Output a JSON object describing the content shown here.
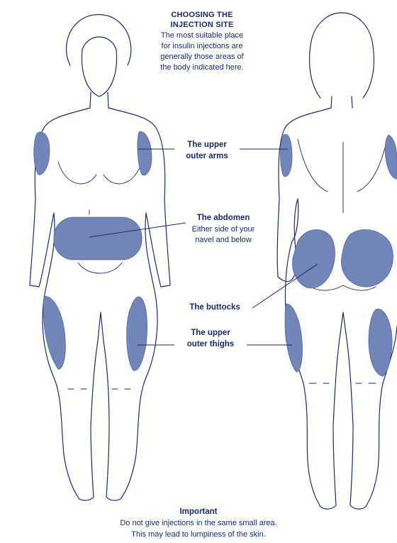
{
  "header": {
    "title_line1": "CHOOSING THE",
    "title_line2": "INJECTION SITE",
    "intro": [
      "The most suitable place",
      "for insulin injections are",
      "generally those areas of",
      "the body indicated here."
    ]
  },
  "labels": {
    "arms": [
      "The upper",
      "outer arms"
    ],
    "abdomen_title": "The abdomen",
    "abdomen_note": [
      "Either side of your",
      "navel and below"
    ],
    "buttocks": "The buttocks",
    "thighs": [
      "The upper",
      "outer thighs"
    ]
  },
  "footer": {
    "title": "Important",
    "lines": [
      "Do not give injections in the same small area.",
      "This may lead to lumpiness of the skin."
    ]
  },
  "colors": {
    "ink": "#1b2a6b",
    "site_fill": "#7285b8"
  }
}
